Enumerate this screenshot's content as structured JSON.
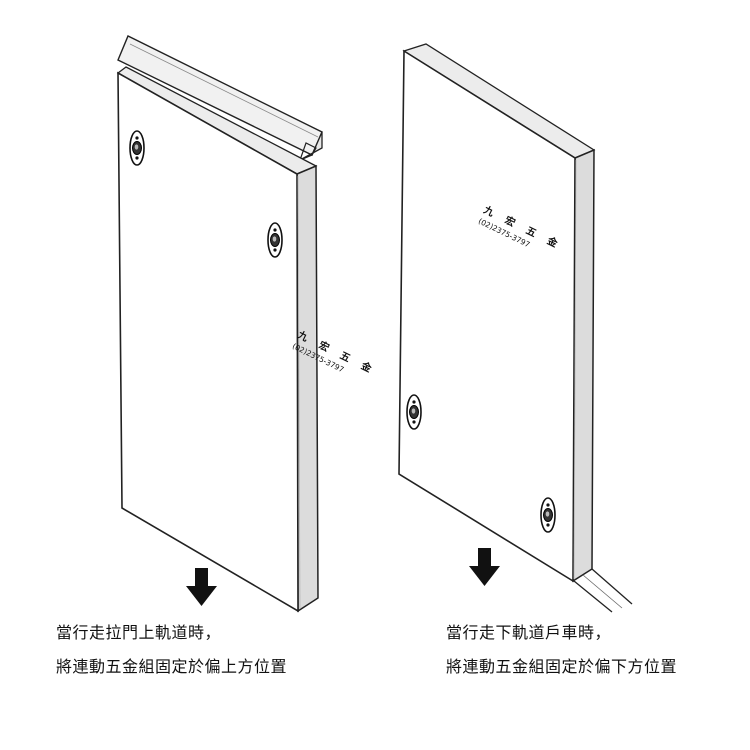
{
  "watermark": {
    "name": "九 宏 五 金",
    "phone": "(02)2375-3797"
  },
  "captions": {
    "left": {
      "line1": "當行走拉門上軌道時，",
      "line2": "將連動五金組固定於偏上方位置"
    },
    "right": {
      "line1": "當行走下軌道戶車時，",
      "line2": "將連動五金組固定於偏下方位置"
    }
  },
  "icons": [
    "down-arrow-icon",
    "down-arrow-icon",
    "wheel-hardware-icon"
  ]
}
